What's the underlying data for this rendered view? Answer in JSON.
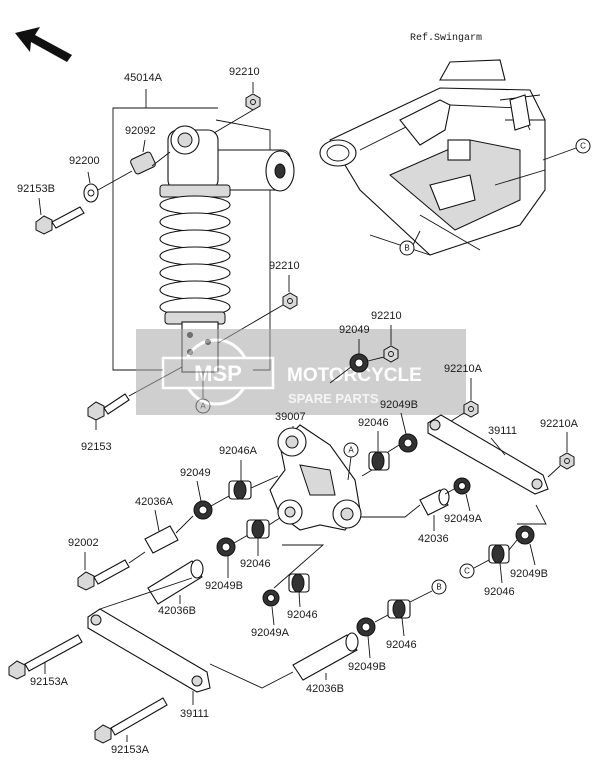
{
  "diagram": {
    "ref_label": "Ref.Swingarm",
    "callouts": {
      "a": "A",
      "b": "B",
      "c": "C"
    },
    "labels": {
      "p45014A": "45014A",
      "p92210_top": "92210",
      "p92092": "92092",
      "p92200": "92200",
      "p92153B": "92153B",
      "p92210_mid": "92210",
      "p92153": "92153",
      "p92049_top": "92049",
      "p92210_right": "92210",
      "p92210A_1": "92210A",
      "p39007": "39007",
      "p92046_a": "92046",
      "p92049B_a": "92049B",
      "p39111_top": "39111",
      "p92210A_2": "92210A",
      "p92046A": "92046A",
      "p92049_mid": "92049",
      "p42036A": "42036A",
      "p92002": "92002",
      "p92049A_a": "92049A",
      "p42036": "42036",
      "p92049B_b": "92049B",
      "p92046_b": "92046",
      "p92049B_c": "92049B",
      "p92046_c": "92046",
      "p42036B_a": "42036B",
      "p92049A_b": "92049A",
      "p92046_d": "92046",
      "p92046_e": "92046",
      "p92049B_d": "92049B",
      "p92153A_a": "92153A",
      "p42036B_b": "42036B",
      "p39111_bot": "39111",
      "p92153A_b": "92153A"
    },
    "watermark": {
      "line1": "MOTORCYCLE",
      "line2": "SPARE PARTS",
      "logo": "MSP"
    }
  },
  "colors": {
    "ink": "#111111",
    "watermark": "#bdbdbd",
    "shade": "#d9d9d9"
  }
}
